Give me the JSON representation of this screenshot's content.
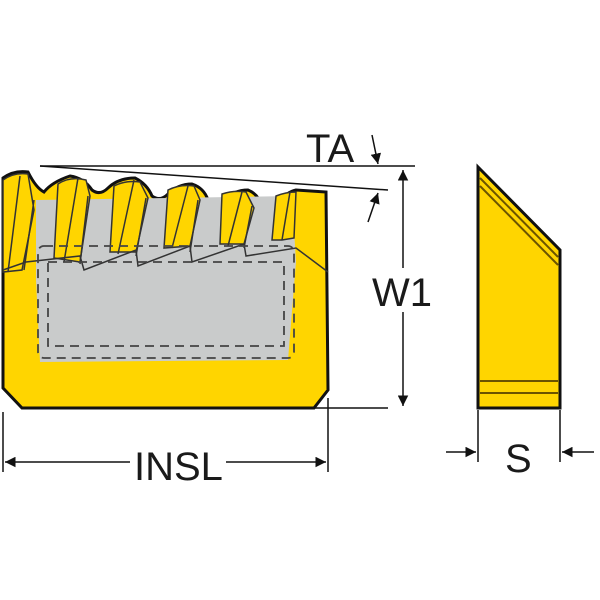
{
  "labels": {
    "ta": "TA",
    "w1": "W1",
    "insl": "INSL",
    "s": "S"
  },
  "colors": {
    "insert_fill": "#FFD500",
    "insert_stripe": "#C9A000",
    "inner_gray": "#C9CBCB",
    "outline": "#111111"
  }
}
